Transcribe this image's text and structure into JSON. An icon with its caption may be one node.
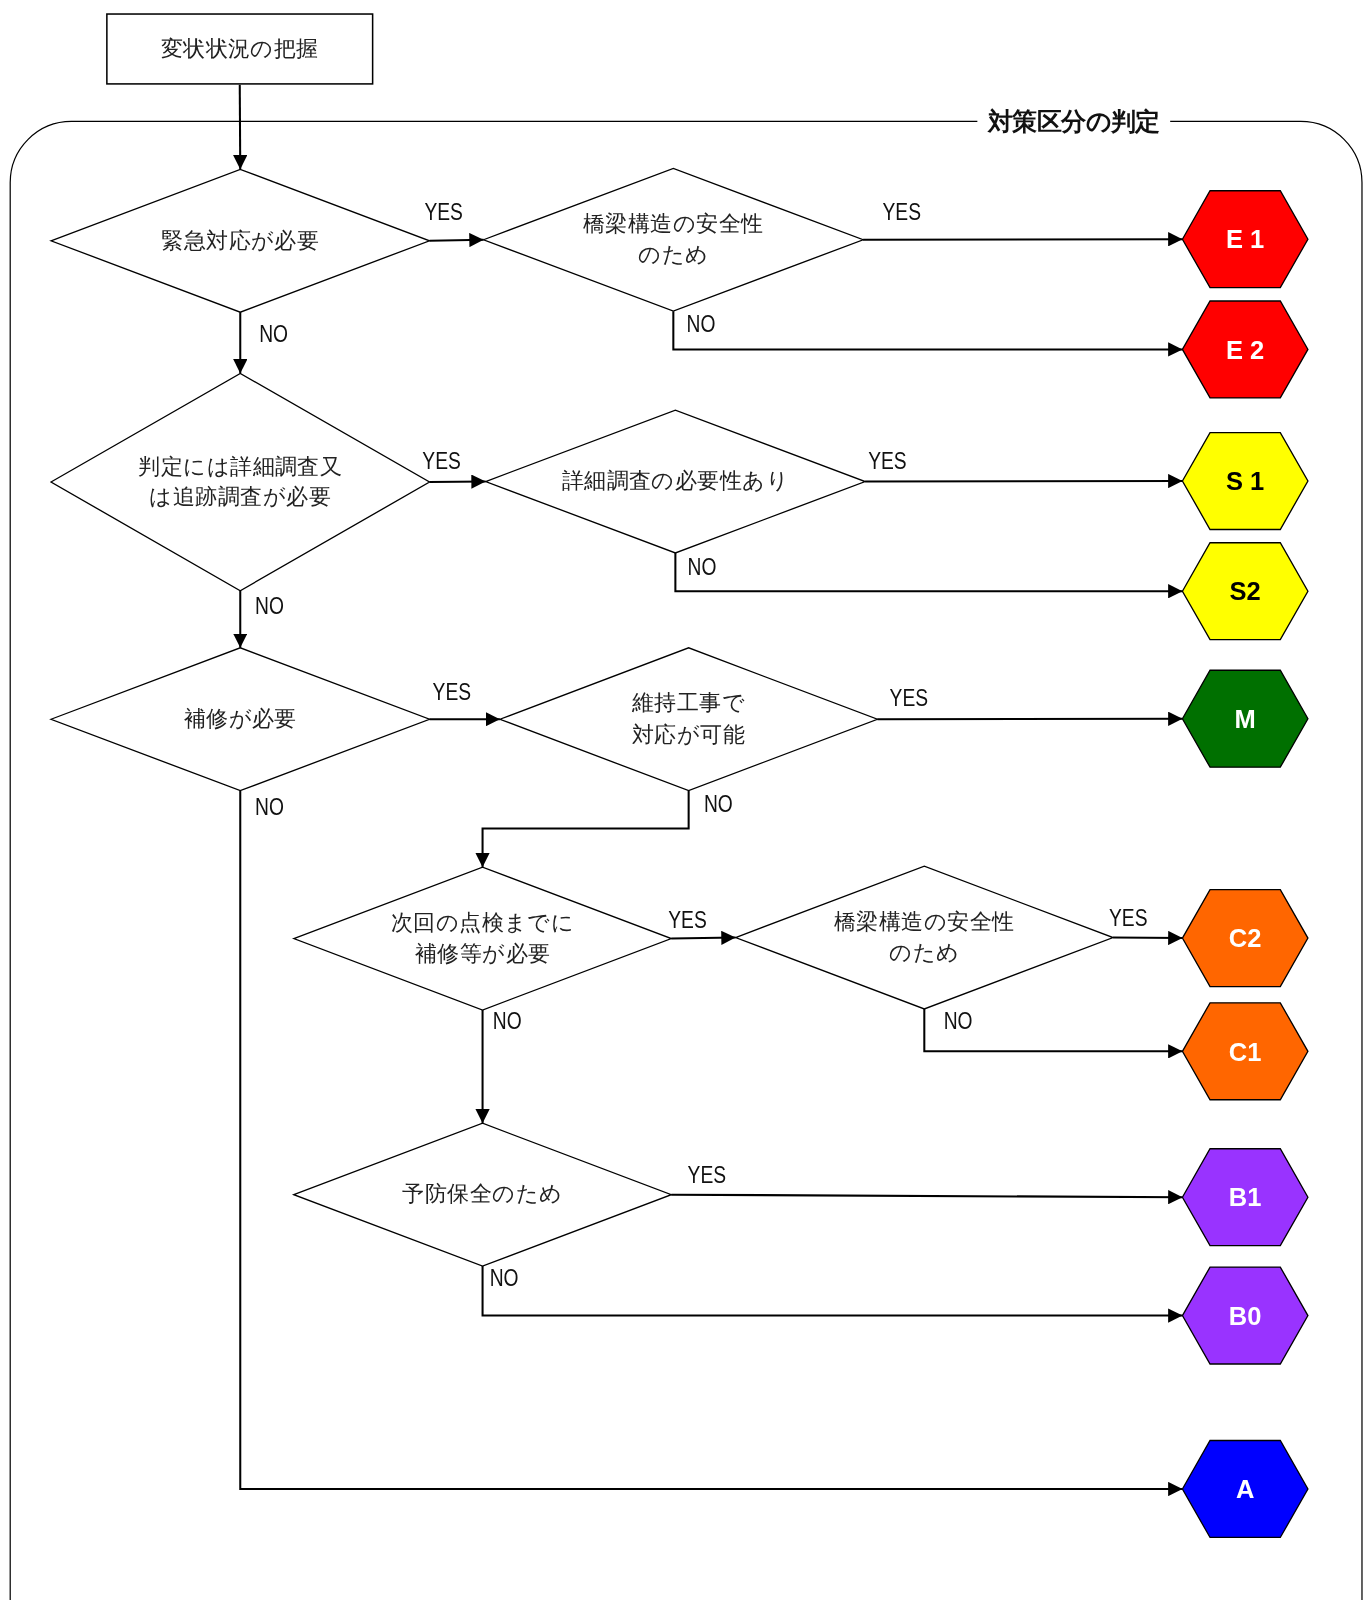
{
  "diagram": {
    "nodes": [
      {
        "text": [
          "変状状況の把握"
        ]
      },
      {
        "text": [
          "対策区分の判定"
        ]
      },
      {
        "text": [
          "緊急対応が必要"
        ],
        "in": 1
      },
      {
        "text": [
          "橋梁構造の安全性のため"
        ],
        "in": 1
      },
      {
        "text": [
          "E 1"
        ],
        "in": 1
      },
      {
        "text": [
          "E 2"
        ],
        "in": 1
      },
      {
        "text": [
          "判定には詳細調査又は追跡調査が必要"
        ],
        "in": 1
      },
      {
        "text": [
          "詳細調査の必要性あり"
        ],
        "in": 1
      },
      {
        "text": [
          "S 1"
        ],
        "in": 1
      },
      {
        "text": [
          "S2"
        ],
        "in": 1
      },
      {
        "text": [
          "補修が必要"
        ],
        "in": 1
      },
      {
        "text": [
          "維持工事で対応が可能"
        ],
        "in": 1
      },
      {
        "text": [
          "M"
        ],
        "in": 1
      },
      {
        "text": [
          "次回の点検までに補修等が必要"
        ],
        "in": 1
      },
      {
        "text": [
          "橋梁構造の安全性のため"
        ],
        "in": 1
      },
      {
        "text": [
          "C2"
        ],
        "in": 1
      },
      {
        "text": [
          "C1"
        ],
        "in": 1
      },
      {
        "text": [
          "予防保全のため"
        ],
        "in": 1
      },
      {
        "text": [
          "B1"
        ],
        "in": 1
      },
      {
        "text": [
          "B0"
        ],
        "in": 1
      },
      {
        "text": [
          "A"
        ],
        "in": 1
      }
    ],
    "edges": [
      {
        "from": 0,
        "to": 2,
        "arrow": "to"
      },
      {
        "from": 2,
        "to": 3,
        "arrow": "to",
        "label": "YES"
      },
      {
        "from": 3,
        "to": 4,
        "arrow": "to",
        "label": "YES"
      },
      {
        "from": 3,
        "to": 5,
        "arrow": "to",
        "label": "NO"
      },
      {
        "from": 2,
        "to": 6,
        "arrow": "to",
        "label": "NO"
      },
      {
        "from": 6,
        "to": 7,
        "arrow": "to",
        "label": "YES"
      },
      {
        "from": 7,
        "to": 8,
        "arrow": "to",
        "label": "YES"
      },
      {
        "from": 7,
        "to": 9,
        "arrow": "to",
        "label": "NO"
      },
      {
        "from": 6,
        "to": 10,
        "arrow": "to",
        "label": "NO"
      },
      {
        "from": 10,
        "to": 11,
        "arrow": "to",
        "label": "YES"
      },
      {
        "from": 11,
        "to": 12,
        "arrow": "to",
        "label": "YES"
      },
      {
        "from": 10,
        "to": 20,
        "arrow": "to",
        "label": "NO"
      },
      {
        "from": 11,
        "to": 13,
        "arrow": "to",
        "label": "NO"
      },
      {
        "from": 13,
        "to": 14,
        "arrow": "to",
        "label": "YES"
      },
      {
        "from": 14,
        "to": 15,
        "arrow": "to",
        "label": "YES"
      },
      {
        "from": 14,
        "to": 16,
        "arrow": "to",
        "label": "NO"
      },
      {
        "from": 13,
        "to": 17,
        "arrow": "to",
        "label": "NO"
      },
      {
        "from": 17,
        "to": 18,
        "arrow": "to",
        "label": "YES"
      },
      {
        "from": 17,
        "to": 19,
        "arrow": "to",
        "label": "NO"
      }
    ]
  }
}
